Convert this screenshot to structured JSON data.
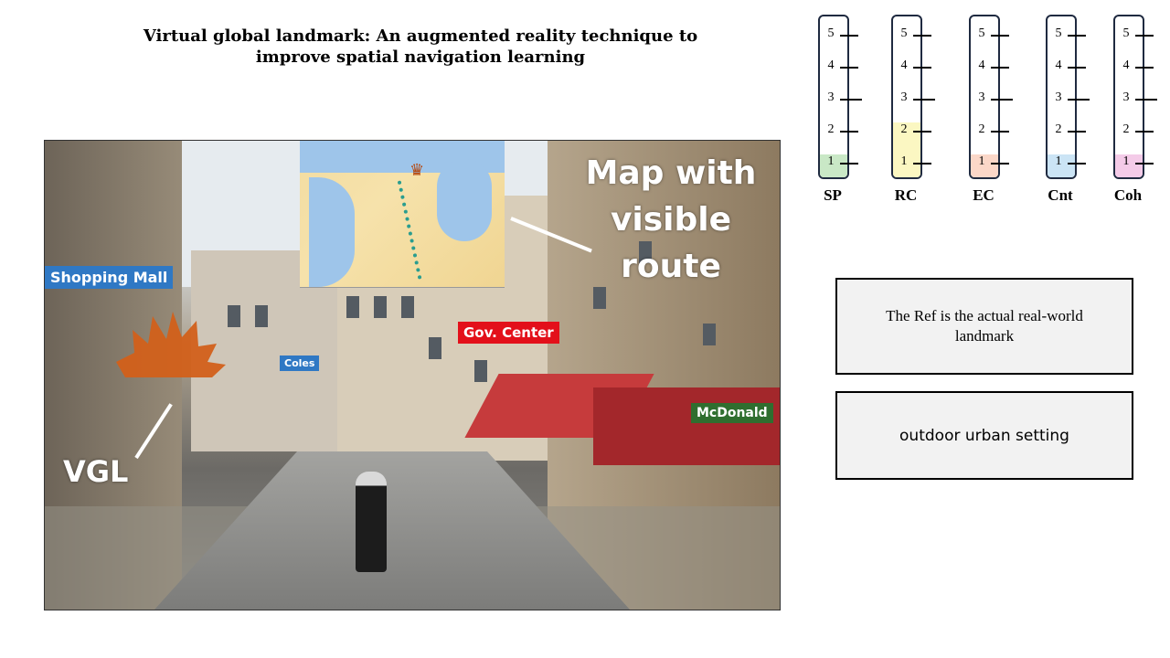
{
  "slide": {
    "title": "Virtual global landmark: An augmented reality technique to improve spatial navigation learning"
  },
  "photo": {
    "labels": {
      "shopping_mall": "Shopping Mall",
      "coles": "Coles",
      "gov_center": "Gov. Center",
      "mcdonald": "McDonald",
      "vgl": "VGL",
      "map_with_route": "Map with visible route"
    }
  },
  "scales": [
    {
      "name": "SP",
      "fill_level": 1,
      "fill_color": "#c9e8c6",
      "ticks": [
        "5",
        "4",
        "3",
        "2",
        "1"
      ]
    },
    {
      "name": "RC",
      "fill_level": 2,
      "fill_color": "#fbf7c2",
      "ticks": [
        "5",
        "4",
        "3",
        "2",
        "1"
      ]
    },
    {
      "name": "EC",
      "fill_level": 1,
      "fill_color": "#fbd7c8",
      "ticks": [
        "5",
        "4",
        "3",
        "2",
        "1"
      ]
    },
    {
      "name": "Cnt",
      "fill_level": 1,
      "fill_color": "#cbe4f5",
      "ticks": [
        "5",
        "4",
        "3",
        "2",
        "1"
      ]
    },
    {
      "name": "Coh",
      "fill_level": 1,
      "fill_color": "#f4cbe8",
      "ticks": [
        "5",
        "4",
        "3",
        "2",
        "1"
      ]
    }
  ],
  "notes": {
    "ref": "The Ref is the actual real-world landmark",
    "setting": "outdoor urban setting"
  },
  "colors": {
    "label_blue": "#2f78c4",
    "label_red": "#e3101a",
    "label_green": "#2f6e2f",
    "vgl_orange": "#d2601a"
  }
}
